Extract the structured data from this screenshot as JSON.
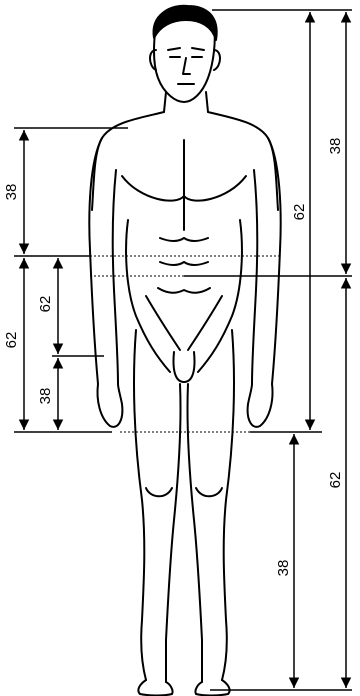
{
  "figure": {
    "background": "#ffffff",
    "ink": "#000000",
    "subject": "standing human figure, front view",
    "measure_labels": {
      "torso_upper": "38",
      "torso_lower": "62",
      "hip_upper": "62",
      "hip_lower": "38",
      "head_to_navel": "38",
      "head_to_crotch": "62",
      "leg_inner": "38",
      "navel_to_foot": "62"
    }
  }
}
